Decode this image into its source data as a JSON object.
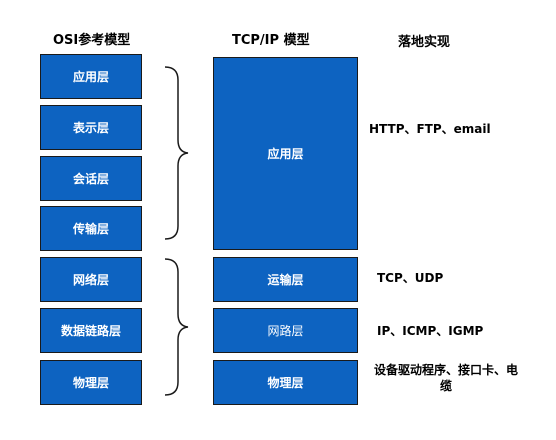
{
  "headers": {
    "osi": "OSI参考模型",
    "tcpip": "TCP/IP 模型",
    "impl": "落地实现"
  },
  "osi_layers": [
    "应用层",
    "表示层",
    "会话层",
    "传输层",
    "网络层",
    "数据链路层",
    "物理层"
  ],
  "tcpip_layers": [
    "应用层",
    "运输层",
    "网路层",
    "物理层"
  ],
  "implementations": [
    "HTTP、FTP、email",
    "TCP、UDP",
    "IP、ICMP、IGMP",
    "设备驱动程序、接口卡、电缆"
  ],
  "colors": {
    "box_fill": "#0d63c1",
    "box_border": "#1a1a1a",
    "bracket": "#1a1a1a"
  }
}
